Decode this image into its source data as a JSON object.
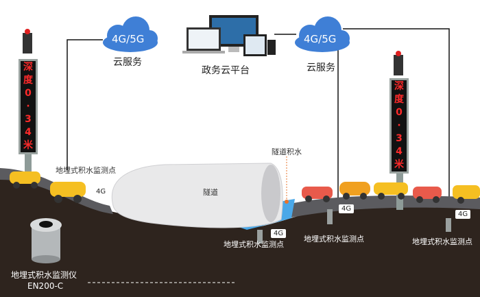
{
  "cloud_left": {
    "label": "4G/5G",
    "caption": "云服务"
  },
  "cloud_right": {
    "label": "4G/5G",
    "caption": "云服务"
  },
  "platform": {
    "caption": "政务云平台"
  },
  "signs": {
    "left": [
      "深",
      "度",
      "0",
      "·",
      "3",
      "4",
      "米"
    ],
    "right": [
      "深",
      "度",
      "0",
      "·",
      "3",
      "4",
      "米"
    ]
  },
  "tunnel": {
    "label": "隧道",
    "water_label": "隧道积水"
  },
  "monitor_points": [
    {
      "label": "地埋式积水监测点",
      "tag": "4G"
    },
    {
      "label": "地埋式积水监测点",
      "tag": "4G"
    },
    {
      "label": "地埋式积水监测点",
      "tag": "4G"
    },
    {
      "label": "地埋式积水监测点",
      "tag": "4G"
    }
  ],
  "device": {
    "name": "地埋式积水监测仪",
    "model": "EN200-C"
  },
  "colors": {
    "cloud": "#3f7fd6",
    "soil": "#2e241e",
    "road": "#5b5b5f",
    "water": "#4aa8e8",
    "sign_text": "#ff2a2a"
  }
}
